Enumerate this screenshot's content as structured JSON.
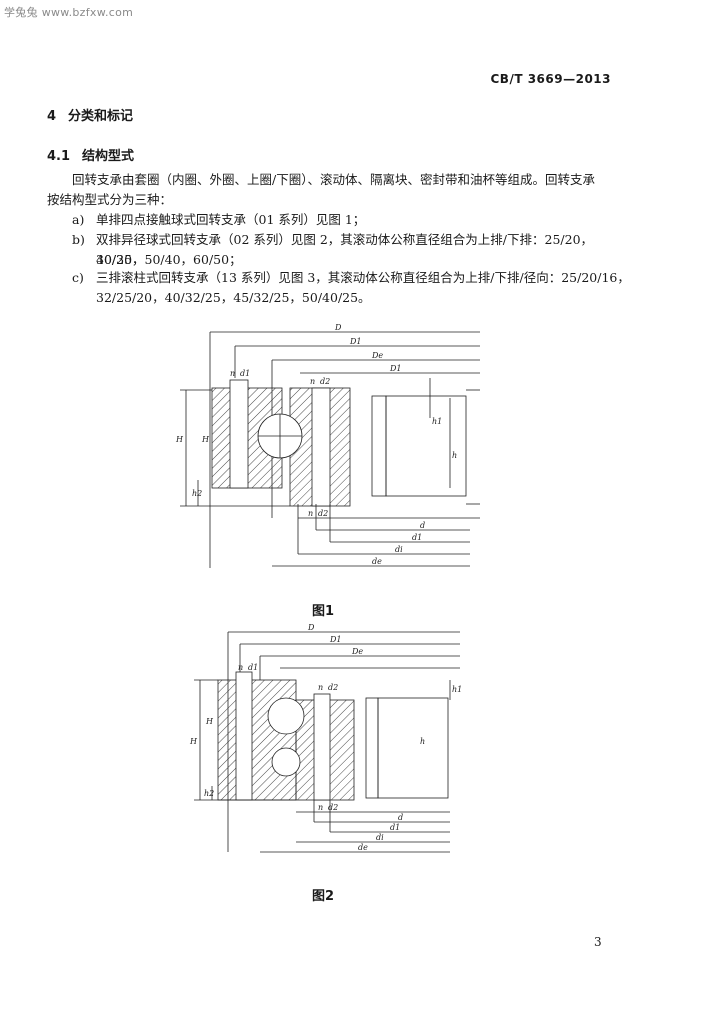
{
  "watermark": "学兔兔 www.bzfxw.com",
  "header": {
    "standard_code": "CB/T 3669—2013"
  },
  "section": {
    "number": "4",
    "title": "分类和标记"
  },
  "subsection": {
    "number": "4.1",
    "title": "结构型式"
  },
  "intro": {
    "line1": "回转支承由套圈（内圈、外圈、上圈/下圈）、滚动体、隔离块、密封带和油杯等组成。回转支承",
    "line2": "按结构型式分为三种："
  },
  "items": [
    {
      "label": "a)",
      "line1": "单排四点接触球式回转支承（01 系列）见图 1；"
    },
    {
      "label": "b)",
      "line1": "双排异径球式回转支承（02 系列）见图 2，其滚动体公称直径组合为上排/下排：25/20，30/25，",
      "line2": "40/30，50/40，60/50；"
    },
    {
      "label": "c)",
      "line1": "三排滚柱式回转支承（13 系列）见图 3，其滚动体公称直径组合为上排/下排/径向：25/20/16，",
      "line2": "32/25/20，40/32/25，45/32/25，50/40/25。"
    }
  ],
  "figure1": {
    "caption": "图1",
    "labels": {
      "D": "D",
      "D1": "D1",
      "De": "De",
      "Dt": "D1",
      "n_top": "n",
      "d1_top": "d1",
      "n_mid": "n",
      "d2_mid": "d2",
      "h1": "h1",
      "h": "h",
      "H": "H",
      "H1": "H",
      "h2": "h2",
      "n_bot": "n",
      "d2_bot": "d2",
      "d": "d",
      "d1": "d1",
      "di": "di",
      "de": "de"
    }
  },
  "figure2": {
    "caption": "图2",
    "labels": {
      "D": "D",
      "D1": "D1",
      "De": "De",
      "n_top": "n",
      "d1_top": "d1",
      "n_mid": "n",
      "d2_mid": "d2",
      "h1": "h1",
      "H": "H",
      "H1": "H",
      "h": "h",
      "h2": "h2",
      "n_bot": "n",
      "d2_bot": "d2",
      "d": "d",
      "d1": "d1",
      "di": "di",
      "de": "de"
    }
  },
  "page_number": "3"
}
